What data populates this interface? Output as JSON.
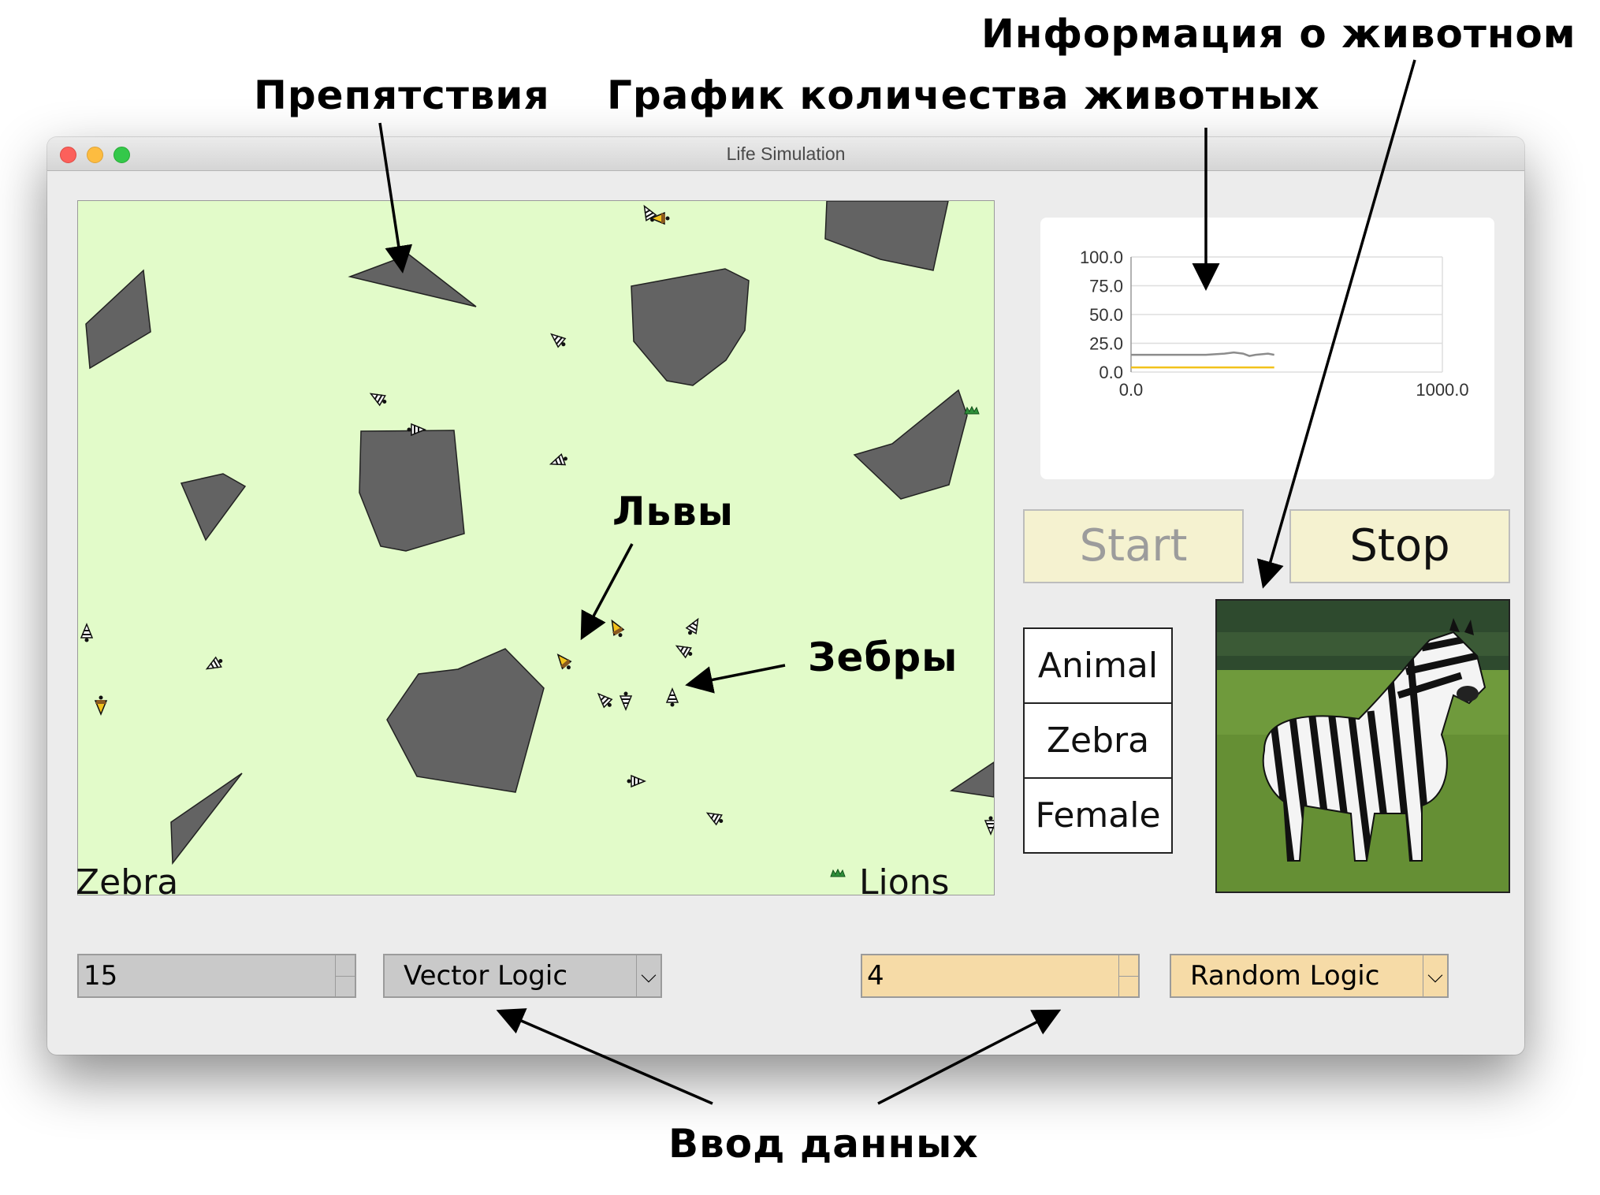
{
  "annotations": {
    "obstacles": "Препятствия",
    "population_chart": "График количества животных",
    "animal_info": "Информация о животном",
    "lions": "Львы",
    "zebras": "Зебры",
    "data_input": "Ввод данных"
  },
  "window": {
    "title": "Life Simulation"
  },
  "chart": {
    "y_ticks": [
      "100.0",
      "75.0",
      "50.0",
      "25.0",
      "0.0"
    ],
    "x_ticks": [
      "0.0",
      "1000.0"
    ]
  },
  "chart_data": {
    "type": "line",
    "xlim": [
      0,
      1000
    ],
    "ylim": [
      0,
      100
    ],
    "grid": true,
    "series": [
      {
        "color": "#8c8c8c",
        "x": [
          0,
          80,
          160,
          240,
          300,
          330,
          360,
          380,
          400,
          440,
          460
        ],
        "y": [
          15,
          15,
          15,
          15,
          16,
          17,
          16,
          14,
          15,
          16,
          15
        ]
      },
      {
        "color": "#f2c21b",
        "x": [
          0,
          460
        ],
        "y": [
          4,
          4
        ]
      }
    ]
  },
  "controls": {
    "start_label": "Start",
    "stop_label": "Stop",
    "zebra_label": "Zebra",
    "zebra_count": "15",
    "zebra_logic": "Vector Logic",
    "lions_label": "Lions",
    "lions_count": "4",
    "lions_logic": "Random Logic",
    "logic_dropdown_icon": "chevron-down-icon"
  },
  "info": {
    "kind": "Animal",
    "species": "Zebra",
    "sex": "Female"
  },
  "colors": {
    "field": "#e2fbc9",
    "obstacle": "#636363",
    "button": "#f5f2d0",
    "zebra_controls": "#c9c9c9",
    "lion_controls": "#f6dba7",
    "zebra_series": "#8c8c8c",
    "lion_series": "#f2c21b"
  }
}
